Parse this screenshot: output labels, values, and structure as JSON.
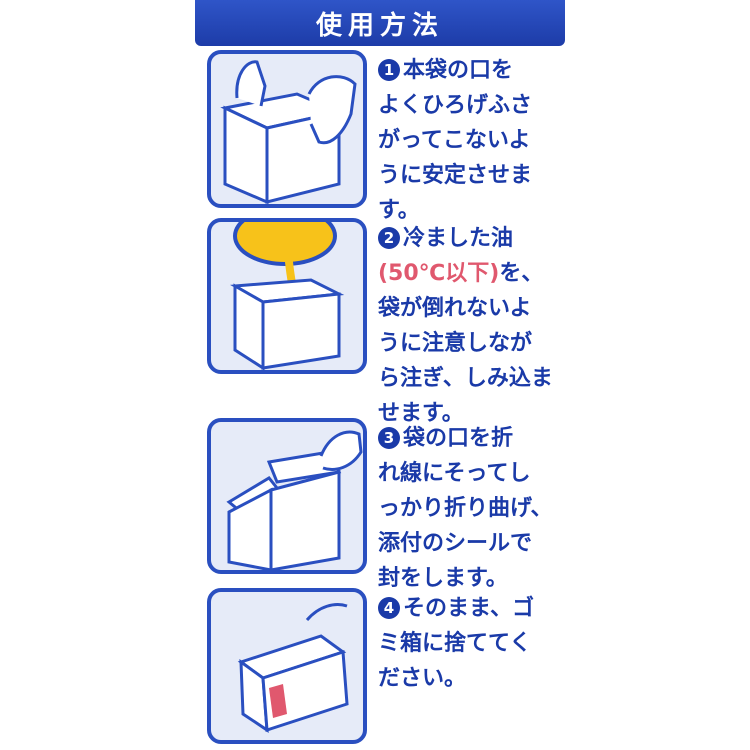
{
  "header": {
    "title": "使用方法"
  },
  "steps": [
    {
      "num": "1",
      "lines": [
        "本袋の口を",
        "よくひろげふさ",
        "がってこないよ",
        "うに安定させま",
        "す。"
      ]
    },
    {
      "num": "2",
      "line1": "冷ました油",
      "warning": "(50℃以下)",
      "after_warning": "を、",
      "lines": [
        "袋が倒れないよ",
        "うに注意しなが",
        "ら注ぎ、しみ込ま",
        "せます。"
      ]
    },
    {
      "num": "3",
      "lines": [
        "袋の口を折",
        "れ線にそってし",
        "っかり折り曲げ、",
        "添付のシールで",
        "封をします。"
      ]
    },
    {
      "num": "4",
      "lines": [
        "そのまま、ゴ",
        "ミ箱に捨ててく",
        "ださい。"
      ]
    }
  ],
  "colors": {
    "blue": "#1a3aa8",
    "warning": "#e0586e",
    "oil": "#f7c21a",
    "seal": "#e0586e"
  }
}
